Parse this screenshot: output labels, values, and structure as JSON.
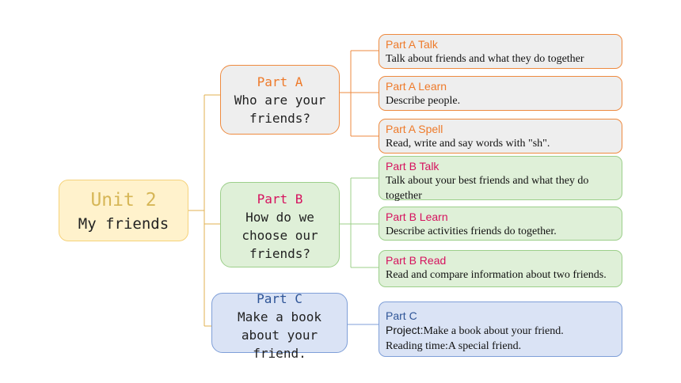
{
  "root": {
    "title": "Unit 2",
    "subtitle": "My friends"
  },
  "part_a": {
    "heading": "Part A",
    "question": "Who are your\nfriends?",
    "items": [
      {
        "title": "Part A Talk",
        "desc": "Talk about friends and what they do together"
      },
      {
        "title": "Part A Learn",
        "desc": "Describe people."
      },
      {
        "title": "Part A Spell",
        "desc": "Read, write and say words  with  \"sh\"."
      }
    ]
  },
  "part_b": {
    "heading": "Part B",
    "question": "How do we\nchoose our\nfriends?",
    "items": [
      {
        "title": "Part B Talk",
        "desc": "Talk about your best friends and what they do together"
      },
      {
        "title": "Part B Learn",
        "desc": "Describe activities friends do together."
      },
      {
        "title": "Part B Read",
        "desc": "Read and compare information about two friends."
      }
    ]
  },
  "part_c": {
    "heading": "Part C",
    "question": "Make a book\nabout your\nfriend.",
    "item": {
      "title": "Part C",
      "project_label": "Project:",
      "project_text": "Make a book about your friend.",
      "reading": "Reading time:A special friend."
    }
  },
  "colors": {
    "part_a": "#ee7a2a",
    "part_b": "#d6125e",
    "part_c": "#2f5597",
    "root_title": "#d6b656"
  }
}
